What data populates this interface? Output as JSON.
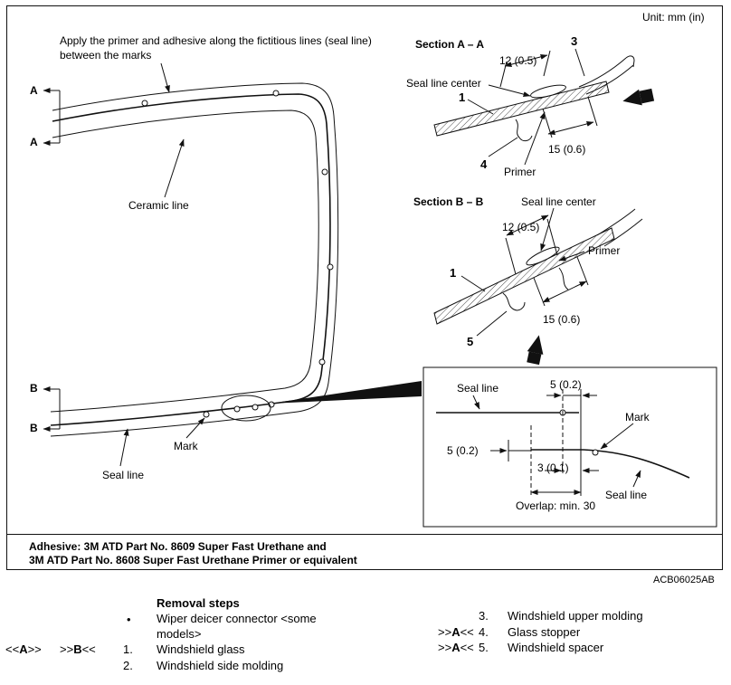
{
  "unit_label": "Unit: mm (in)",
  "main_figure": {
    "annotation": "Apply the primer and adhesive along the fictitious lines (seal line) between the marks",
    "section_a_letter": "A",
    "section_b_letter": "B",
    "ceramic_line_label": "Ceramic line",
    "mark_label": "Mark",
    "seal_line_label": "Seal line"
  },
  "section_a": {
    "title": "Section A – A",
    "seal_line_center_label": "Seal line center",
    "dim_width": "12 (0.5)",
    "dim_depth": "15 (0.6)",
    "primer_label": "Primer",
    "callout_glass": "1",
    "callout_upper_molding": "3",
    "callout_stopper": "4"
  },
  "section_b": {
    "title": "Section B – B",
    "seal_line_center_label": "Seal line center",
    "dim_width": "12 (0.5)",
    "dim_depth": "15 (0.6)",
    "primer_label": "Primer",
    "callout_glass": "1",
    "callout_spacer": "5"
  },
  "overlap_detail": {
    "seal_line_top_label": "Seal line",
    "seal_line_bottom_label": "Seal line",
    "mark_label": "Mark",
    "dim_top": "5 (0.2)",
    "dim_left": "5 (0.2)",
    "dim_gap": "3 (0.1)",
    "overlap_label": "Overlap: min. 30"
  },
  "adhesive_note": {
    "line1": "Adhesive: 3M ATD Part No. 8609 Super Fast Urethane and",
    "line2": "3M ATD Part No. 8608 Super Fast Urethane Primer or equivalent"
  },
  "figure_code": "ACB06025AB",
  "removal_steps": {
    "title": "Removal steps",
    "bullet": "•",
    "bullet_item": "Wiper deicer connector <some models>",
    "marker_left_1": {
      "pre": "<<",
      "letter": "A",
      "post": ">>"
    },
    "marker_left_2": {
      "pre": ">>",
      "letter": "B",
      "post": "<<"
    },
    "marker_right_4": {
      "pre": ">>",
      "letter": "A",
      "post": "<<"
    },
    "marker_right_5": {
      "pre": ">>",
      "letter": "A",
      "post": "<<"
    },
    "items": [
      {
        "num": "1.",
        "label": "Windshield glass"
      },
      {
        "num": "2.",
        "label": "Windshield side molding"
      },
      {
        "num": "3.",
        "label": "Windshield upper molding"
      },
      {
        "num": "4.",
        "label": "Glass stopper"
      },
      {
        "num": "5.",
        "label": "Windshield spacer"
      }
    ]
  }
}
